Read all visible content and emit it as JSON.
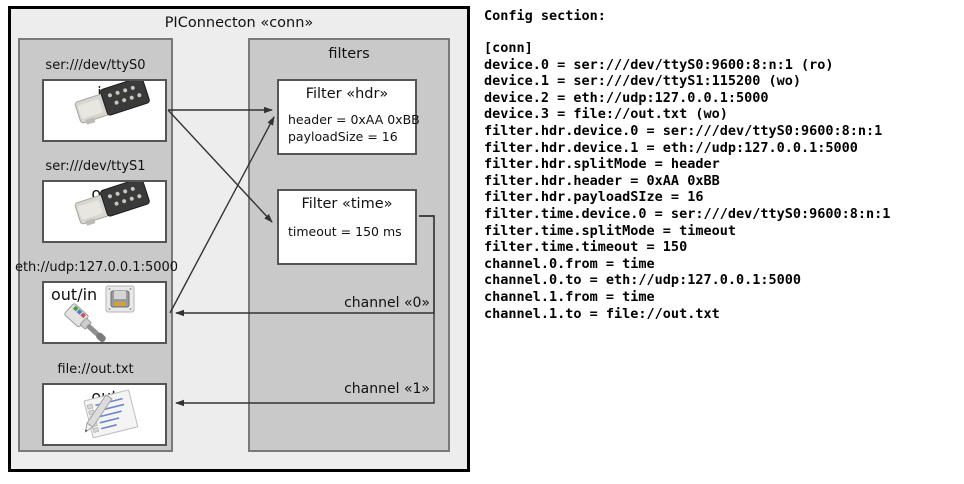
{
  "diagram": {
    "outer": {
      "title": "PIConnecton «conn»"
    },
    "devices_group": {
      "title": ""
    },
    "filters_group": {
      "title": "filters"
    },
    "devices": [
      {
        "name": "device-ttys0",
        "label": "ser:///dev/ttyS0",
        "direction": "in",
        "icon": "serial-port-icon"
      },
      {
        "name": "device-ttys1",
        "label": "ser:///dev/ttyS1",
        "direction": "out",
        "icon": "serial-port-icon"
      },
      {
        "name": "device-eth",
        "label": "eth://udp:127.0.0.1:5000",
        "direction": "out/in",
        "icon": "ethernet-plug-icon"
      },
      {
        "name": "device-file",
        "label": "file://out.txt",
        "direction": "out",
        "icon": "text-file-icon"
      }
    ],
    "filters": [
      {
        "name": "filter-hdr",
        "title": "Filter «hdr»",
        "attrs": [
          "header = 0xAA 0xBB",
          "payloadSize = 16"
        ]
      },
      {
        "name": "filter-time",
        "title": "Filter «time»",
        "attrs": [
          "timeout = 150 ms"
        ]
      }
    ],
    "channels": [
      {
        "name": "channel-0",
        "label": "channel «0»"
      },
      {
        "name": "channel-1",
        "label": "channel «1»"
      }
    ]
  },
  "config": {
    "heading": "Config section:",
    "lines": [
      "[conn]",
      "device.0 = ser:///dev/ttyS0:9600:8:n:1 (ro)",
      "device.1 = ser:///dev/ttyS1:115200 (wo)",
      "device.2 = eth://udp:127.0.0.1:5000",
      "device.3 = file://out.txt (wo)",
      "filter.hdr.device.0 = ser:///dev/ttyS0:9600:8:n:1",
      "filter.hdr.device.1 = eth://udp:127.0.0.1:5000",
      "filter.hdr.splitMode = header",
      "filter.hdr.header = 0xAA 0xBB",
      "filter.hdr.payloadSIze = 16",
      "filter.time.device.0 = ser:///dev/ttyS0:9600:8:n:1",
      "filter.time.splitMode = timeout",
      "filter.time.timeout = 150",
      "channel.0.from = time",
      "channel.0.to = eth://udp:127.0.0.1:5000",
      "channel.1.from = time",
      "channel.1.to = file://out.txt"
    ]
  },
  "colors": {
    "page_bg": "#ffffff",
    "outer_bg": "#ededed",
    "group_bg": "#c9c9c9",
    "box_bg": "#ffffff",
    "outer_border": "#000000",
    "group_border": "#7a7a7a",
    "box_border": "#555555",
    "wire": "#333333"
  }
}
